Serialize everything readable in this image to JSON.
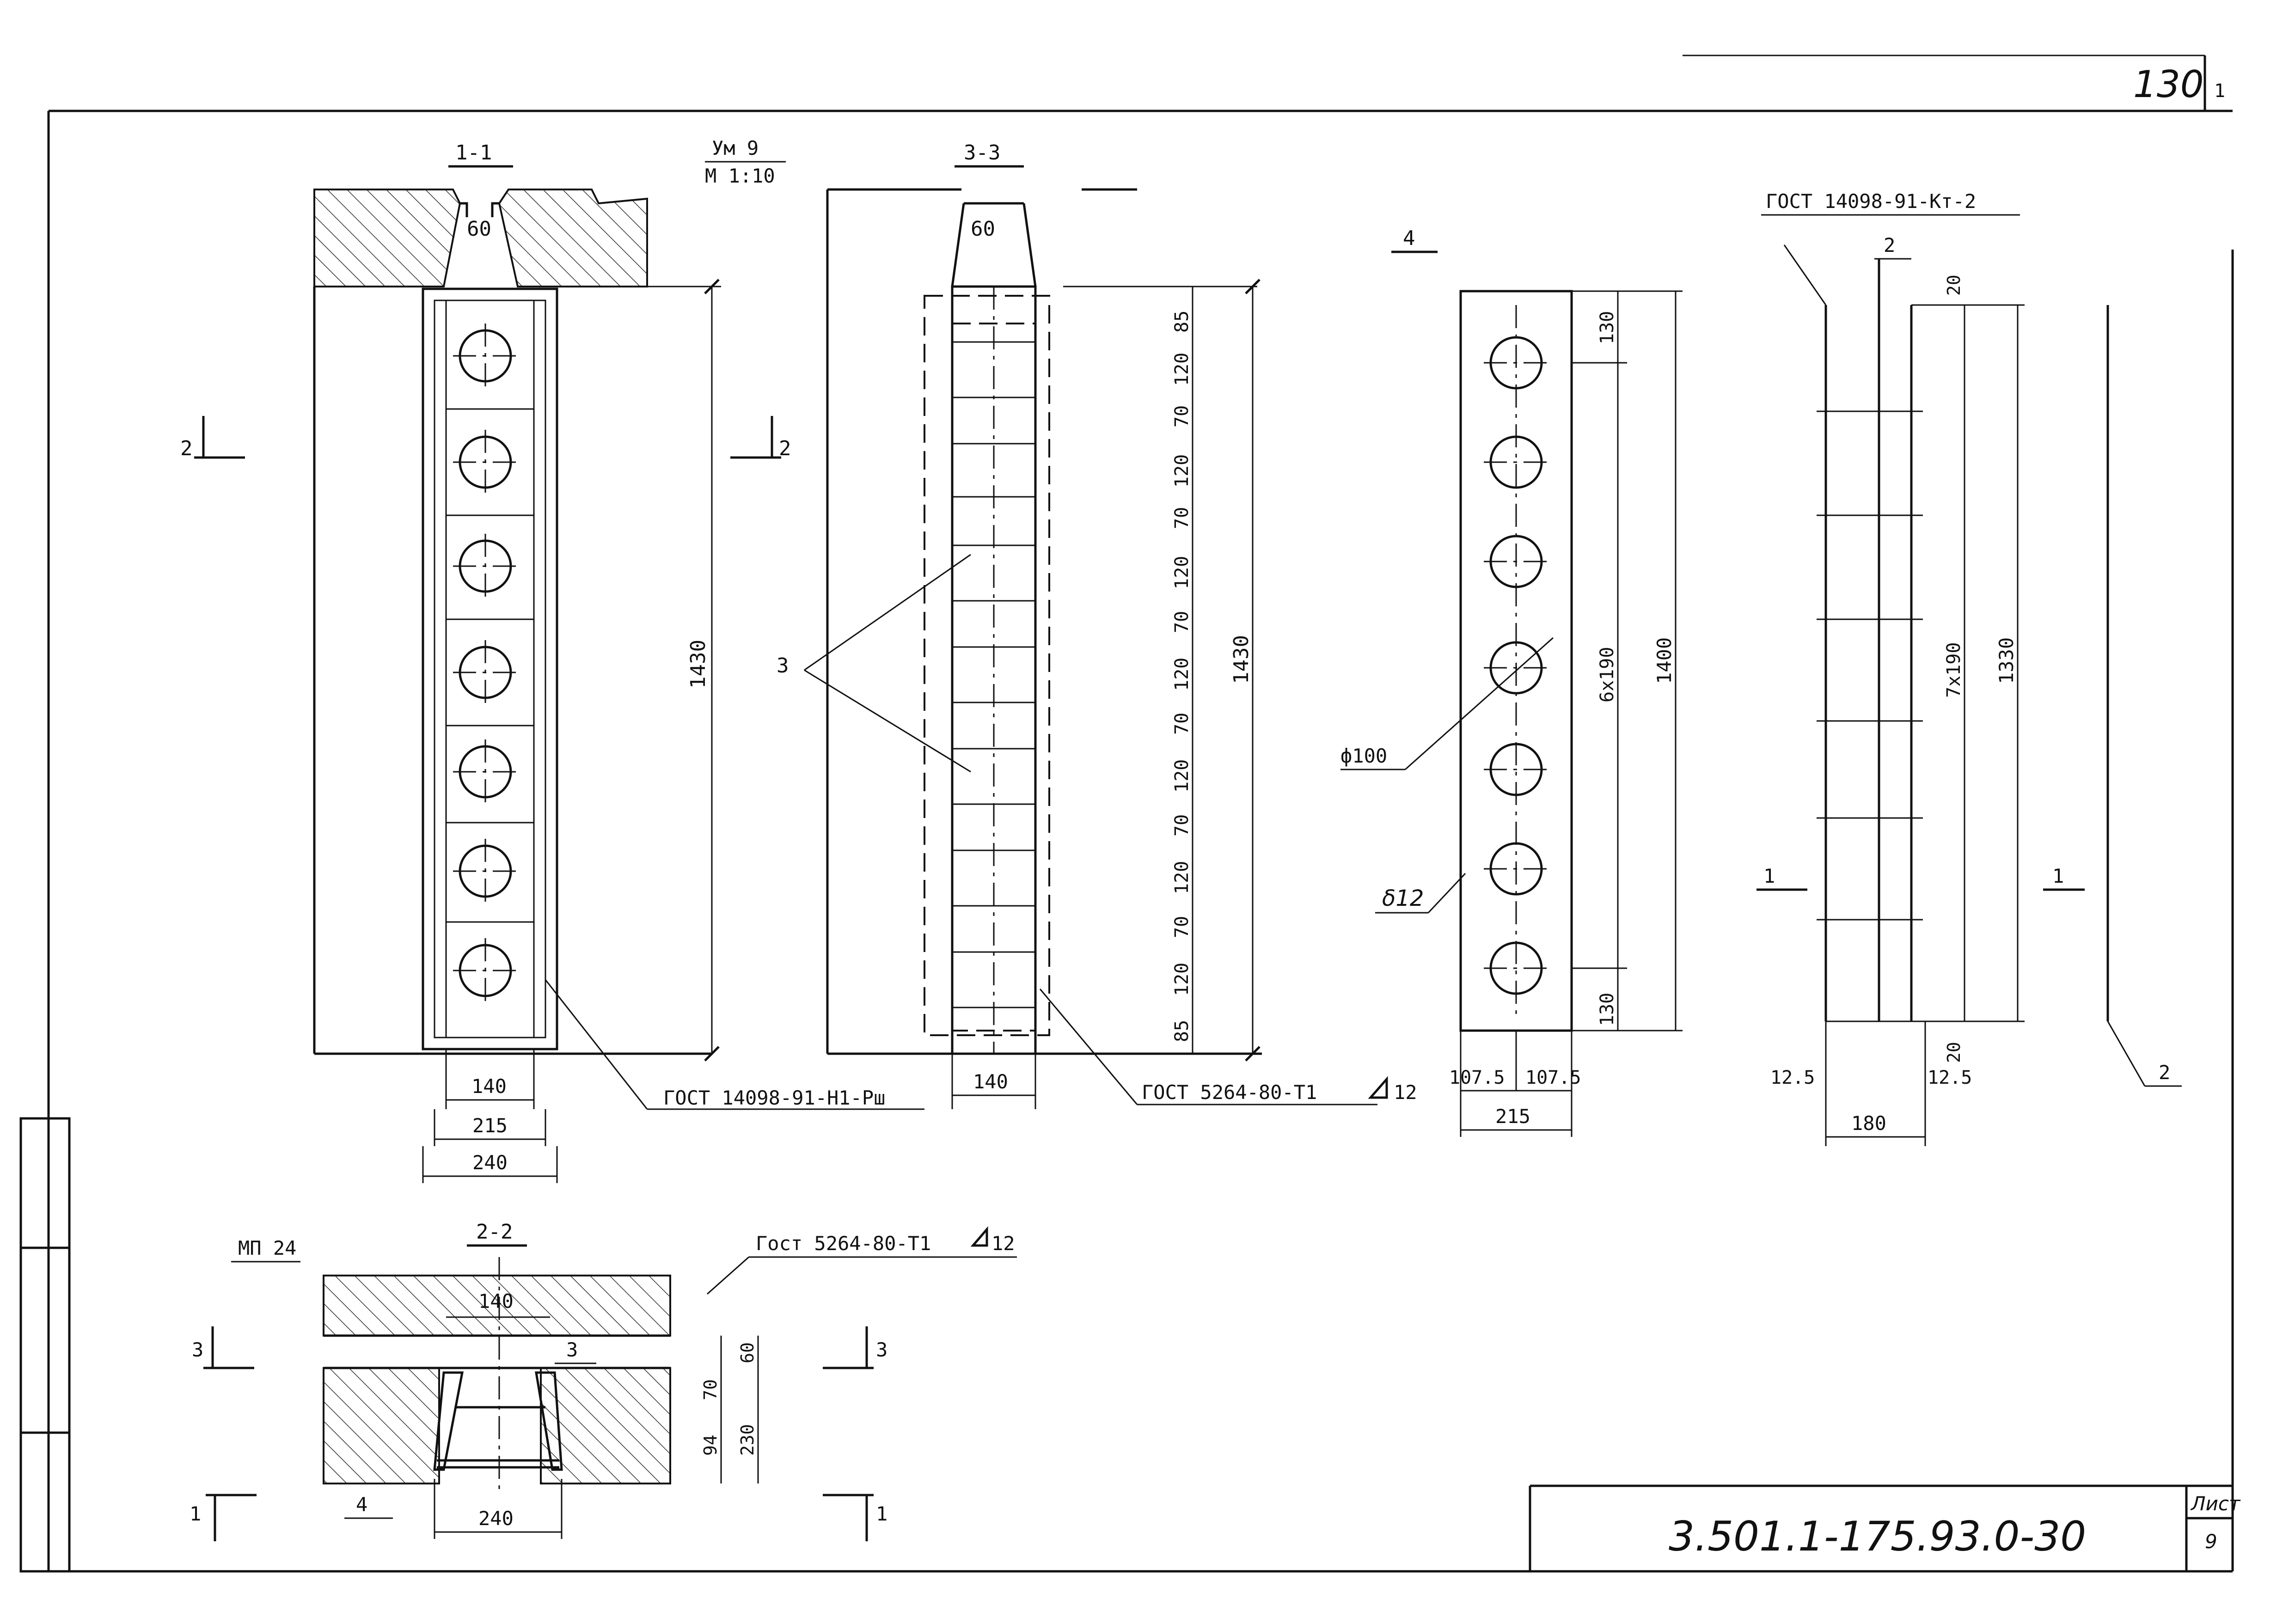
{
  "page": {
    "sheet_number_top": "130",
    "sheet_number_top_suffix": "1",
    "document_code": "3.501.1-175.93.0-30",
    "sheet_label": "Лист",
    "sheet_value": "9"
  },
  "view_1_1": {
    "title": "1-1",
    "node_label": "Ум 9",
    "scale": "М 1:10",
    "top_width": "60",
    "height": "1430",
    "width_inner": "140",
    "width_mid": "215",
    "width_outer": "240",
    "callout": "ГОСТ 14098-91-Н1-Рш",
    "section_mark_left": "2"
  },
  "view_3_3": {
    "title": "3-3",
    "top_width": "60",
    "height": "1430",
    "width": "140",
    "part_label": "3",
    "callout": "ГОСТ 5264-80-Т1",
    "weld_size": "12",
    "section_mark": "2",
    "spacing": [
      "85",
      "120",
      "70",
      "120",
      "70",
      "120",
      "70",
      "120",
      "70",
      "120",
      "70",
      "120",
      "70",
      "120",
      "85"
    ]
  },
  "view_4": {
    "title": "4",
    "hole_dia": "ф100",
    "thickness": "δ12",
    "pitch": "6x190",
    "height": "1400",
    "end_top": "130",
    "end_bottom": "130",
    "half_left": "107.5",
    "half_right": "107.5",
    "width": "215"
  },
  "view_frame": {
    "callout": "ГОСТ 14098-91-Кт-2",
    "mark_top": "2",
    "offset_top": "20",
    "pitch": "7x190",
    "height": "1330",
    "offset_bottom": "20",
    "margin_left": "12.5",
    "margin_right": "12.5",
    "width": "180",
    "section_mark_left": "1",
    "section_mark_right": "1",
    "section_mark_bottom": "2"
  },
  "view_2_2": {
    "title": "2-2",
    "element": "МП 24",
    "callout": "Гост 5264-80-Т1",
    "weld_size": "12",
    "width_top": "140",
    "part_label": "3",
    "dim_60": "60",
    "dim_70": "70",
    "dim_94": "94",
    "dim_230": "230",
    "width_bottom": "240",
    "part_4": "4",
    "section_mark_3": "3",
    "section_mark_1": "1"
  }
}
